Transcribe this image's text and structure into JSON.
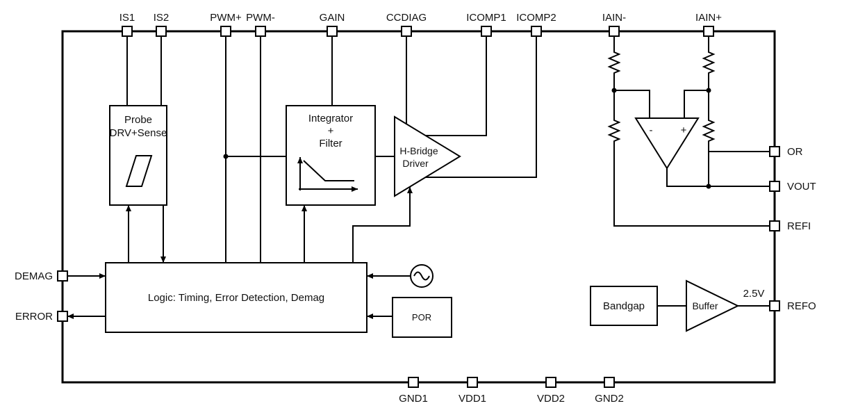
{
  "pins": {
    "top": [
      {
        "label": "IS1"
      },
      {
        "label": "IS2"
      },
      {
        "label": "PWM+"
      },
      {
        "label": "PWM-"
      },
      {
        "label": "GAIN"
      },
      {
        "label": "CCDIAG"
      },
      {
        "label": "ICOMP1"
      },
      {
        "label": "ICOMP2"
      },
      {
        "label": "IAIN-"
      },
      {
        "label": "IAIN+"
      }
    ],
    "right": [
      {
        "label": "OR"
      },
      {
        "label": "VOUT"
      },
      {
        "label": "REFI"
      },
      {
        "label": "REFO"
      }
    ],
    "left": [
      {
        "label": "DEMAG"
      },
      {
        "label": "ERROR"
      }
    ],
    "bottom": [
      {
        "label": "GND1"
      },
      {
        "label": "VDD1"
      },
      {
        "label": "VDD2"
      },
      {
        "label": "GND2"
      }
    ]
  },
  "blocks": {
    "probe": {
      "line1": "Probe",
      "line2": "DRV+Sense"
    },
    "integrator": {
      "line1": "Integrator",
      "line2": "+",
      "line3": "Filter"
    },
    "hbridge": {
      "line1": "H-Bridge",
      "line2": "Driver"
    },
    "logic": {
      "label": "Logic: Timing, Error Detection, Demag"
    },
    "por": {
      "label": "POR"
    },
    "bandgap": {
      "label": "Bandgap"
    },
    "buffer": {
      "label": "Buffer"
    },
    "opamp": {
      "minus": "-",
      "plus": "+"
    },
    "refo_voltage": "2.5V"
  },
  "colors": {
    "line": "#000000",
    "background": "#ffffff"
  }
}
